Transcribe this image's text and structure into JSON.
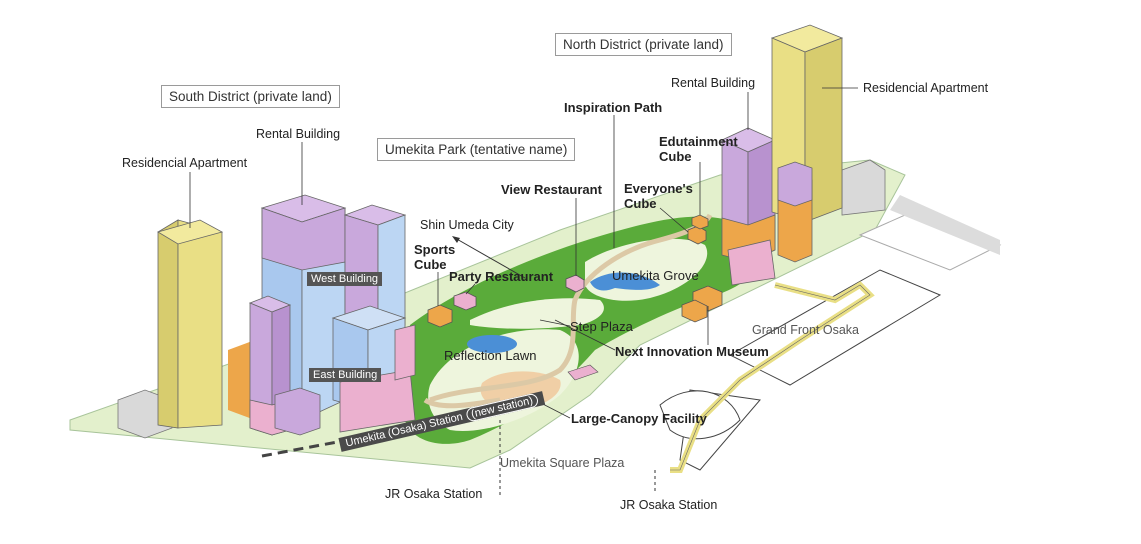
{
  "districts": {
    "south": "South District (private land)",
    "north": "North District (private land)",
    "park": "Umekita Park (tentative name)"
  },
  "labels": {
    "south_rental": "Rental Building",
    "south_residential": "Residencial Apartment",
    "west_building": "West Building",
    "east_building": "East Building",
    "north_rental": "Rental Building",
    "north_residential": "Residencial Apartment",
    "inspiration_path": "Inspiration Path",
    "edutainment_cube_1": "Edutainment",
    "edutainment_cube_2": "Cube",
    "everyones_cube_1": "Everyone's",
    "everyones_cube_2": "Cube",
    "view_restaurant": "View Restaurant",
    "shin_umeda": "Shin Umeda City",
    "sports_cube_1": "Sports",
    "sports_cube_2": "Cube",
    "party_restaurant": "Party Restaurant",
    "umekita_grove": "Umekita Grove",
    "step_plaza": "Step Plaza",
    "grand_front": "Grand Front Osaka",
    "reflection_lawn": "Reflection Lawn",
    "next_innovation": "Next Innovation Museum",
    "large_canopy": "Large-Canopy Facility",
    "station_name": "Umekita (Osaka) Station",
    "station_note": "(new station)",
    "square_plaza": "Umekita Square Plaza",
    "jr_osaka_left": "JR Osaka Station",
    "jr_osaka_right": "JR Osaka Station"
  },
  "colors": {
    "park_light": "#e3f0cc",
    "park_green": "#5aab3a",
    "lawn": "#eef5dd",
    "purple": "#c9a8dc",
    "blue": "#a9c8ee",
    "yellow": "#e9df85",
    "orange": "#eda64a",
    "pink": "#ebb0cf",
    "gray": "#d9d9d9",
    "water": "#4b8fd6",
    "path": "#dcc9a6"
  }
}
